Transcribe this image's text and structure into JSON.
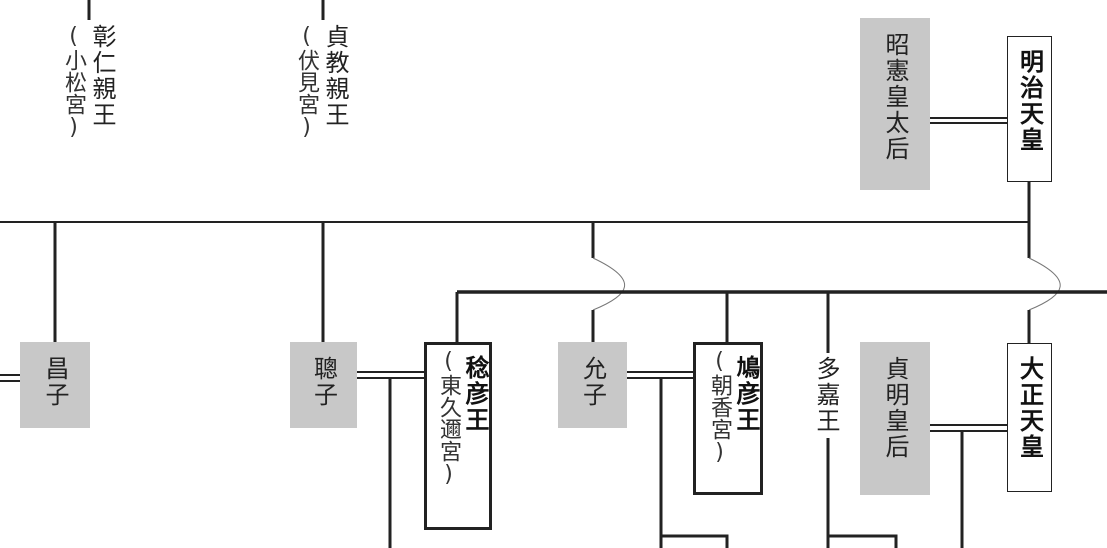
{
  "people": {
    "akihito_komatsu": {
      "name": "彰仁親王",
      "house": "(小松宮)"
    },
    "sadanori_fushimi": {
      "name": "貞教親王",
      "house": "(伏見宮)"
    },
    "shoken": {
      "name": "昭憲皇太后"
    },
    "meiji": {
      "name": "明治天皇"
    },
    "masako": {
      "name": "昌子"
    },
    "toshiko": {
      "name": "聰子"
    },
    "naruhiko": {
      "name": "稔彦王",
      "house": "(東久邇宮)"
    },
    "nobuko": {
      "name": "允子"
    },
    "yasuhiko": {
      "name": "鳩彦王",
      "house": "(朝香宮)"
    },
    "taka": {
      "name": "多嘉王"
    },
    "teimei": {
      "name": "貞明皇后"
    },
    "taisho": {
      "name": "大正天皇"
    }
  },
  "colors": {
    "spouse_box": "#c8c8c8",
    "line": "#222222"
  }
}
